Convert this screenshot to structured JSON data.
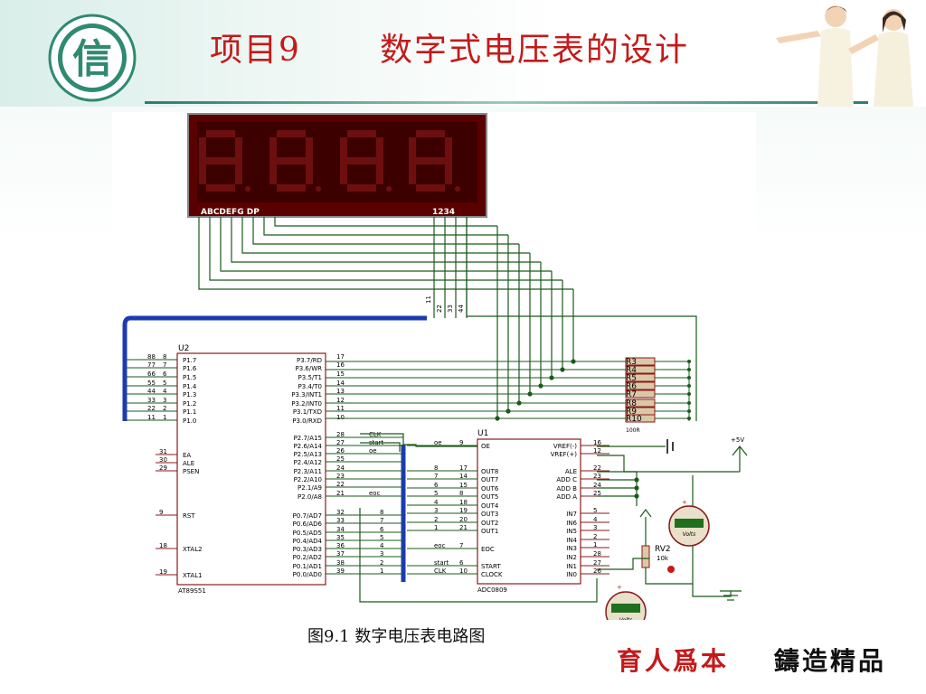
{
  "title": {
    "number": "项目9",
    "text": "数字式电压表的设计"
  },
  "caption": "图9.1 数字电压表电路图",
  "slogan": {
    "left": "育人爲本",
    "right": "鑄造精品"
  },
  "logo": {
    "glyph": "信"
  },
  "display": {
    "segments_label": "ABCDEFG DP",
    "digits_label": "1234",
    "pins": [
      "11",
      "22",
      "33",
      "44"
    ]
  },
  "u2": {
    "ref": "U2",
    "part": "AT89S51",
    "p1_pins": [
      "P1.7",
      "P1.6",
      "P1.5",
      "P1.4",
      "P1.3",
      "P1.2",
      "P1.1",
      "P1.0"
    ],
    "p1_nums": [
      "8",
      "7",
      "6",
      "5",
      "4",
      "3",
      "2",
      "1"
    ],
    "p1_bus": [
      "88",
      "77",
      "66",
      "55",
      "44",
      "33",
      "22",
      "11"
    ],
    "p3_pins": [
      "P3.7/RD",
      "P3.6/WR",
      "P3.5/T1",
      "P3.4/T0",
      "P3.3/INT1",
      "P3.2/INT0",
      "P3.1/TXD",
      "P3.0/RXD"
    ],
    "p3_nums": [
      "17",
      "16",
      "15",
      "14",
      "13",
      "12",
      "11",
      "10"
    ],
    "p2_pins": [
      "P2.7/A15",
      "P2.6/A14",
      "P2.5/A13",
      "P2.4/A12",
      "P2.3/A11",
      "P2.2/A10",
      "P2.1/A9",
      "P2.0/A8"
    ],
    "p2_nums": [
      "28",
      "27",
      "26",
      "25",
      "24",
      "23",
      "22",
      "21"
    ],
    "p2_nets": [
      "CLK",
      "start",
      "oe",
      "",
      "",
      "",
      "",
      "eoc"
    ],
    "p0_pins": [
      "P0.7/AD7",
      "P0.6/AD6",
      "P0.5/AD5",
      "P0.4/AD4",
      "P0.3/AD3",
      "P0.2/AD2",
      "P0.1/AD1",
      "P0.0/AD0"
    ],
    "p0_nums": [
      "32",
      "33",
      "34",
      "35",
      "36",
      "37",
      "38",
      "39"
    ],
    "p0_bus": [
      "8",
      "7",
      "6",
      "5",
      "4",
      "3",
      "2",
      "1"
    ],
    "left_pins": [
      "EA",
      "ALE",
      "PSEN",
      "RST",
      "XTAL2",
      "XTAL1"
    ],
    "left_nums": [
      "31",
      "30",
      "29",
      "9",
      "18",
      "19"
    ]
  },
  "u1": {
    "ref": "U1",
    "part": "ADC0809",
    "left_pins": [
      "OE",
      "OUT8",
      "OUT7",
      "OUT6",
      "OUT5",
      "OUT4",
      "OUT3",
      "OUT2",
      "OUT1",
      "EOC",
      "START",
      "CLOCK"
    ],
    "left_nums": [
      "9",
      "17",
      "14",
      "15",
      "8",
      "18",
      "19",
      "20",
      "21",
      "7",
      "6",
      "10"
    ],
    "left_nets": [
      "oe",
      "8",
      "7",
      "6",
      "5",
      "4",
      "3",
      "2",
      "1",
      "eoc",
      "start",
      "CLK"
    ],
    "right_pins": [
      "VREF(-)",
      "VREF(+)",
      "ALE",
      "ADD C",
      "ADD B",
      "ADD A",
      "IN7",
      "IN6",
      "IN5",
      "IN4",
      "IN3",
      "IN2",
      "IN1",
      "IN0"
    ],
    "right_nums": [
      "16",
      "12",
      "22",
      "23",
      "24",
      "25",
      "5",
      "4",
      "3",
      "2",
      "1",
      "28",
      "27",
      "26"
    ]
  },
  "resistors": {
    "refs": [
      "R3",
      "R4",
      "R5",
      "R6",
      "R7",
      "R8",
      "R9",
      "R10"
    ],
    "value": "100R"
  },
  "supply": "+5V",
  "pot": {
    "ref": "RV2",
    "value": "10k"
  },
  "voltmeter": {
    "label": "Volts"
  }
}
